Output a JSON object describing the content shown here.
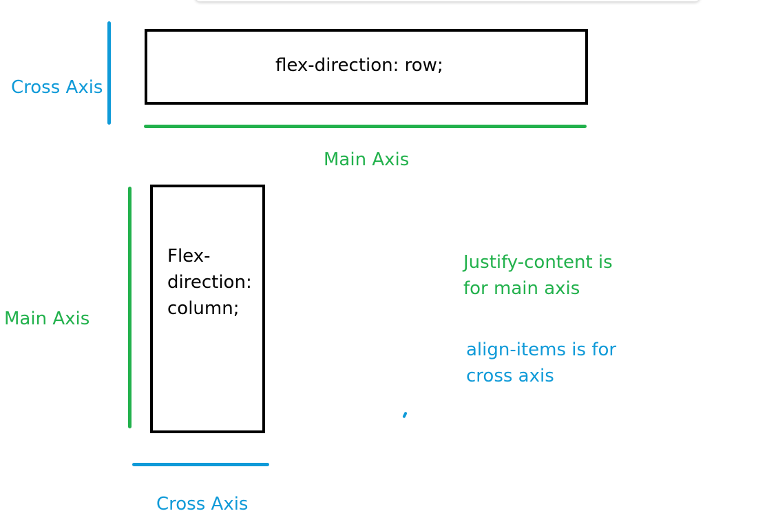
{
  "colors": {
    "main_axis": "#22b14c",
    "cross_axis": "#0f9ad8",
    "box_border": "#000000"
  },
  "row_example": {
    "box_text": "flex-direction: row;",
    "cross_axis_label": "Cross Axis",
    "main_axis_label": "Main Axis"
  },
  "column_example": {
    "box_lines": [
      "Flex-",
      "direction:",
      "column;"
    ],
    "main_axis_label": "Main Axis",
    "cross_axis_label": "Cross Axis"
  },
  "notes": {
    "justify_lines": [
      "Justify-content is",
      "for main axis"
    ],
    "align_lines": [
      "align-items is for",
      "cross axis"
    ]
  }
}
